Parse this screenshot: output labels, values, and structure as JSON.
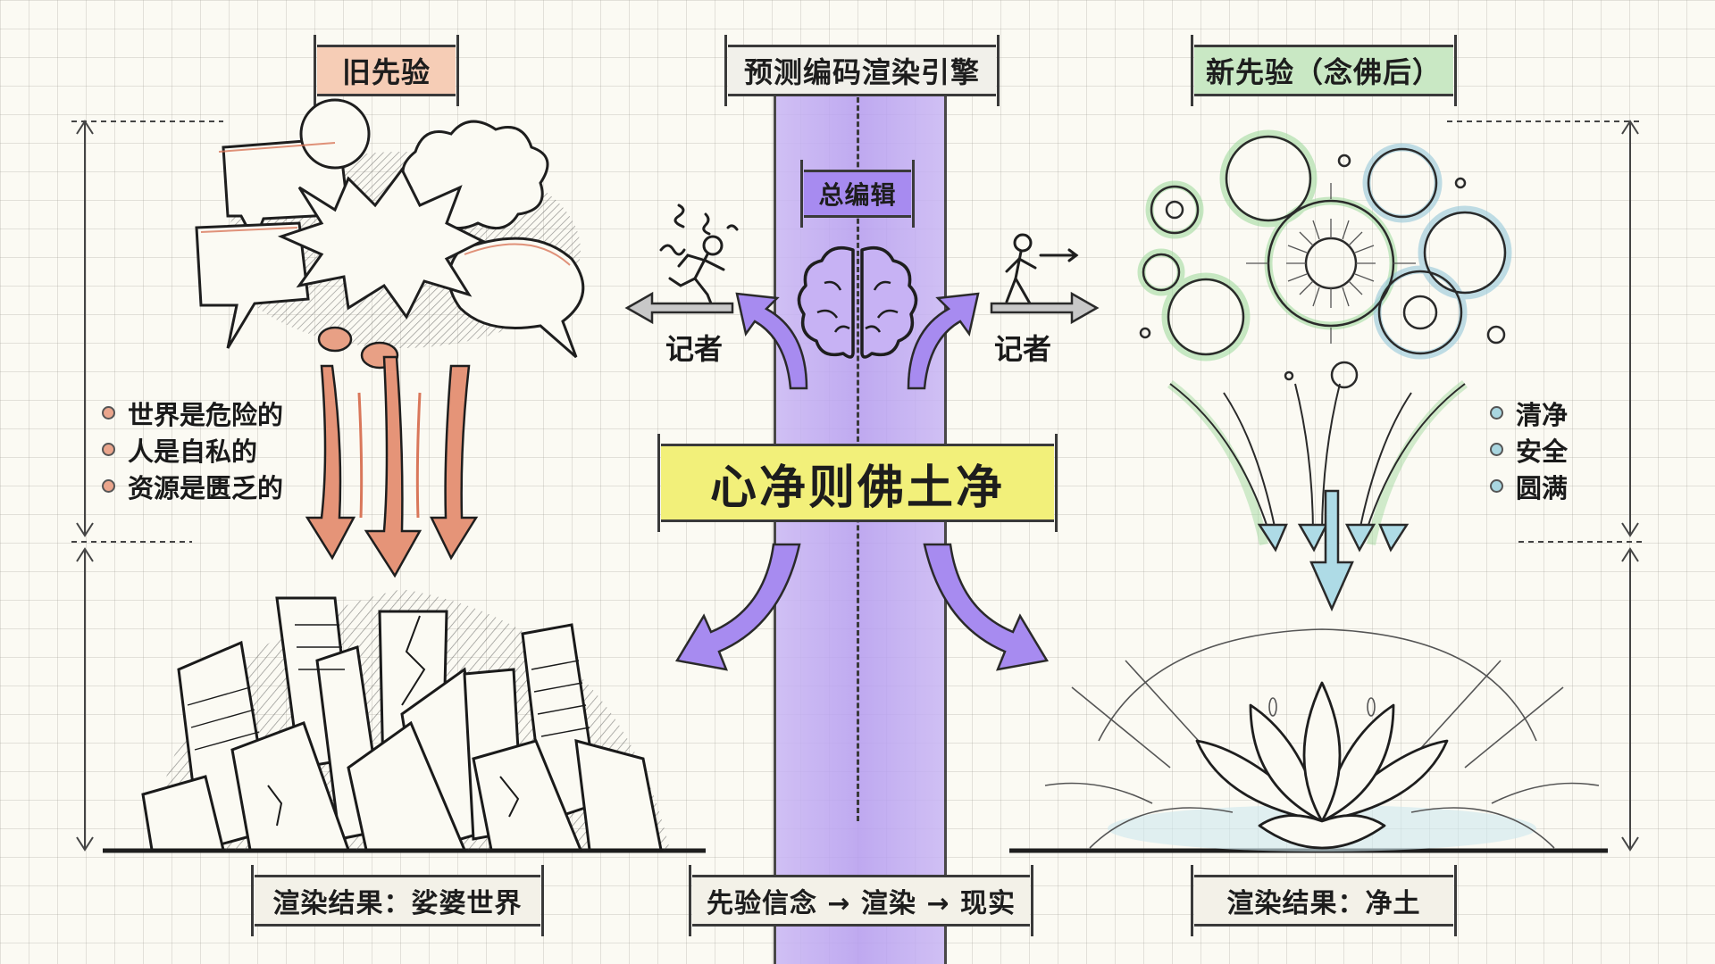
{
  "headers": {
    "old_prior": "旧先验",
    "engine": "预测编码渲染引擎",
    "new_prior": "新先验（念佛后）"
  },
  "center": {
    "editor_label": "总编辑",
    "reporter_left": "记者",
    "reporter_right": "记者",
    "motto": "心净则佛土净"
  },
  "left_beliefs": [
    "世界是危险的",
    "人是自私的",
    "资源是匮乏的"
  ],
  "right_beliefs": [
    "清净",
    "安全",
    "圆满"
  ],
  "footers": {
    "left_result": "渲染结果：娑婆世界",
    "center_flow": "先验信念 → 渲染 → 现实",
    "right_result": "渲染结果：净土"
  },
  "colors": {
    "old_prior_bg": "#f6cdb6",
    "old_accent": "#d9775a",
    "new_prior_bg": "#c9e8c4",
    "new_accent_green": "#8fd08a",
    "new_accent_blue": "#8ec3d6",
    "engine_bg": "#f1f0ea",
    "engine_column": "#b9a3f0",
    "editor_bg": "#a78bf0",
    "motto_bg": "#f2f07a",
    "paper": "#fbfaf3"
  },
  "icons": {
    "left_cloud": "speech-bubble-explosion-icon",
    "left_city": "crumbling-city-icon",
    "brain": "brain-icon",
    "runner_scared": "running-person-icon",
    "walker_calm": "walking-person-icon",
    "right_bubbles": "radiant-bubbles-icon",
    "lotus": "lotus-icon"
  }
}
